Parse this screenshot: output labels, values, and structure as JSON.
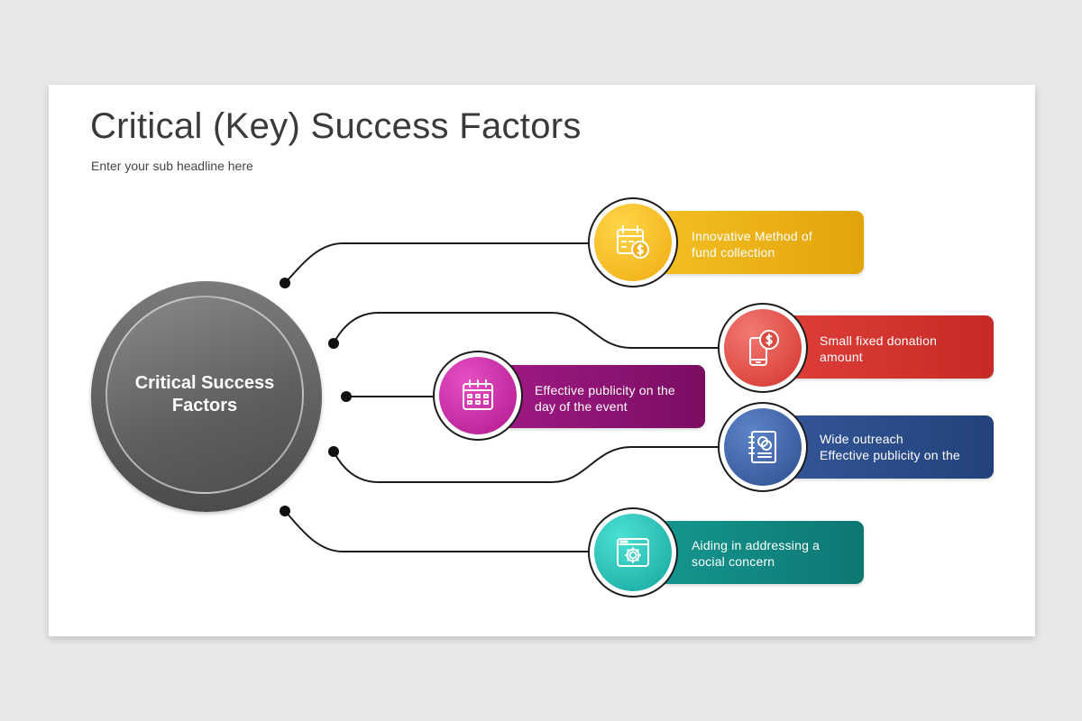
{
  "title": "Critical (Key) Success Factors",
  "subtitle": "Enter your sub headline here",
  "hub": {
    "label": "Critical Success Factors"
  },
  "factors": [
    {
      "text": [
        "Innovative Method of",
        "fund collection"
      ],
      "icon": "calendar-dollar-icon",
      "color": "#f4b81c"
    },
    {
      "text": [
        "Small fixed donation",
        "amount"
      ],
      "icon": "phone-dollar-icon",
      "color": "#d9302e"
    },
    {
      "text": [
        "Effective publicity on the",
        "day of the event"
      ],
      "icon": "calendar-icon",
      "color": "#a2167f"
    },
    {
      "text": [
        "Wide outreach",
        "Effective publicity on the"
      ],
      "icon": "notebook-icon",
      "color": "#2c4f8e"
    },
    {
      "text": [
        "Aiding in addressing a",
        "social concern"
      ],
      "icon": "browser-gear-icon",
      "color": "#13948f"
    }
  ]
}
